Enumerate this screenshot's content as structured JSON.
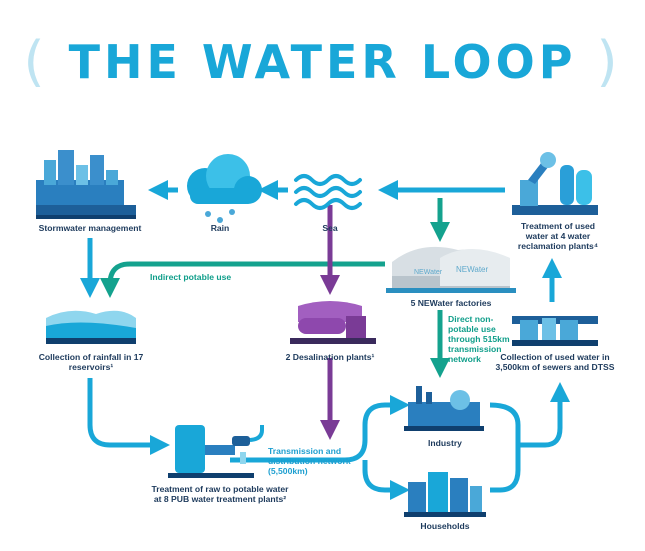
{
  "title": "THE WATER LOOP",
  "nodes": {
    "stormwater": "Stormwater management",
    "rain": "Rain",
    "sea": "Sea",
    "reclamation": "Treatment of used water at 4 water reclamation plants⁴",
    "newater": "5 NEWater factories",
    "reservoirs": "Collection of rainfall in 17 reservoirs¹",
    "desalination": "2 Desalination plants¹",
    "sewers": "Collection of used water in 3,500km of sewers and DTSS",
    "industry": "Industry",
    "households": "Households",
    "treatment": "Treatment of raw to potable water at 8 PUB water treatment plants²"
  },
  "flows": {
    "indirect": "Indirect potable use",
    "direct": "Direct non-potable use through 515km transmission network",
    "transmission": "Transmission and distribution network (5,500km)"
  },
  "factory_sign": "NEWater",
  "colors": {
    "blue": "#19a7d8",
    "teal": "#14a28e",
    "purple": "#7a3b96",
    "navy": "#1d3a5c"
  }
}
